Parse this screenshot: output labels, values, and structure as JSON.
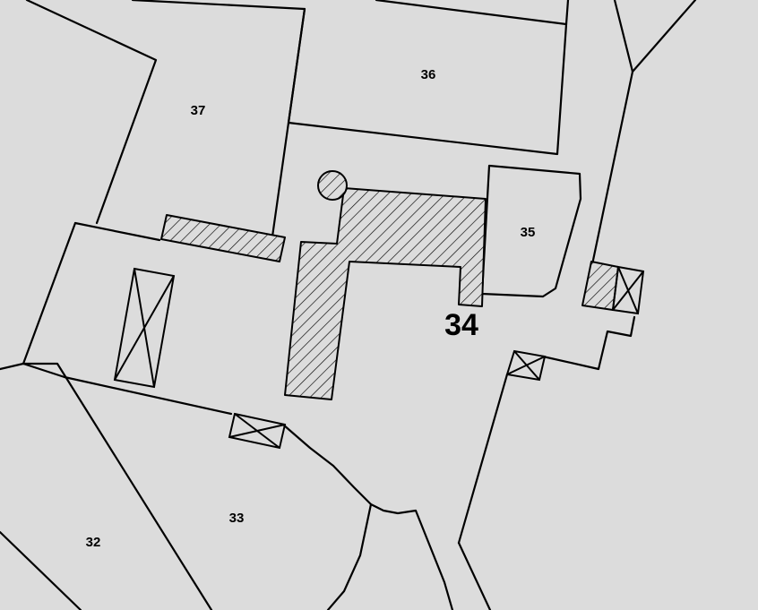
{
  "map": {
    "colors": {
      "background": "#dcdcdc",
      "line": "#000000"
    },
    "parcels": [
      {
        "id": "32",
        "label": "32"
      },
      {
        "id": "33",
        "label": "33"
      },
      {
        "id": "34",
        "label": "34"
      },
      {
        "id": "35",
        "label": "35"
      },
      {
        "id": "36",
        "label": "36"
      },
      {
        "id": "37",
        "label": "37"
      }
    ]
  }
}
